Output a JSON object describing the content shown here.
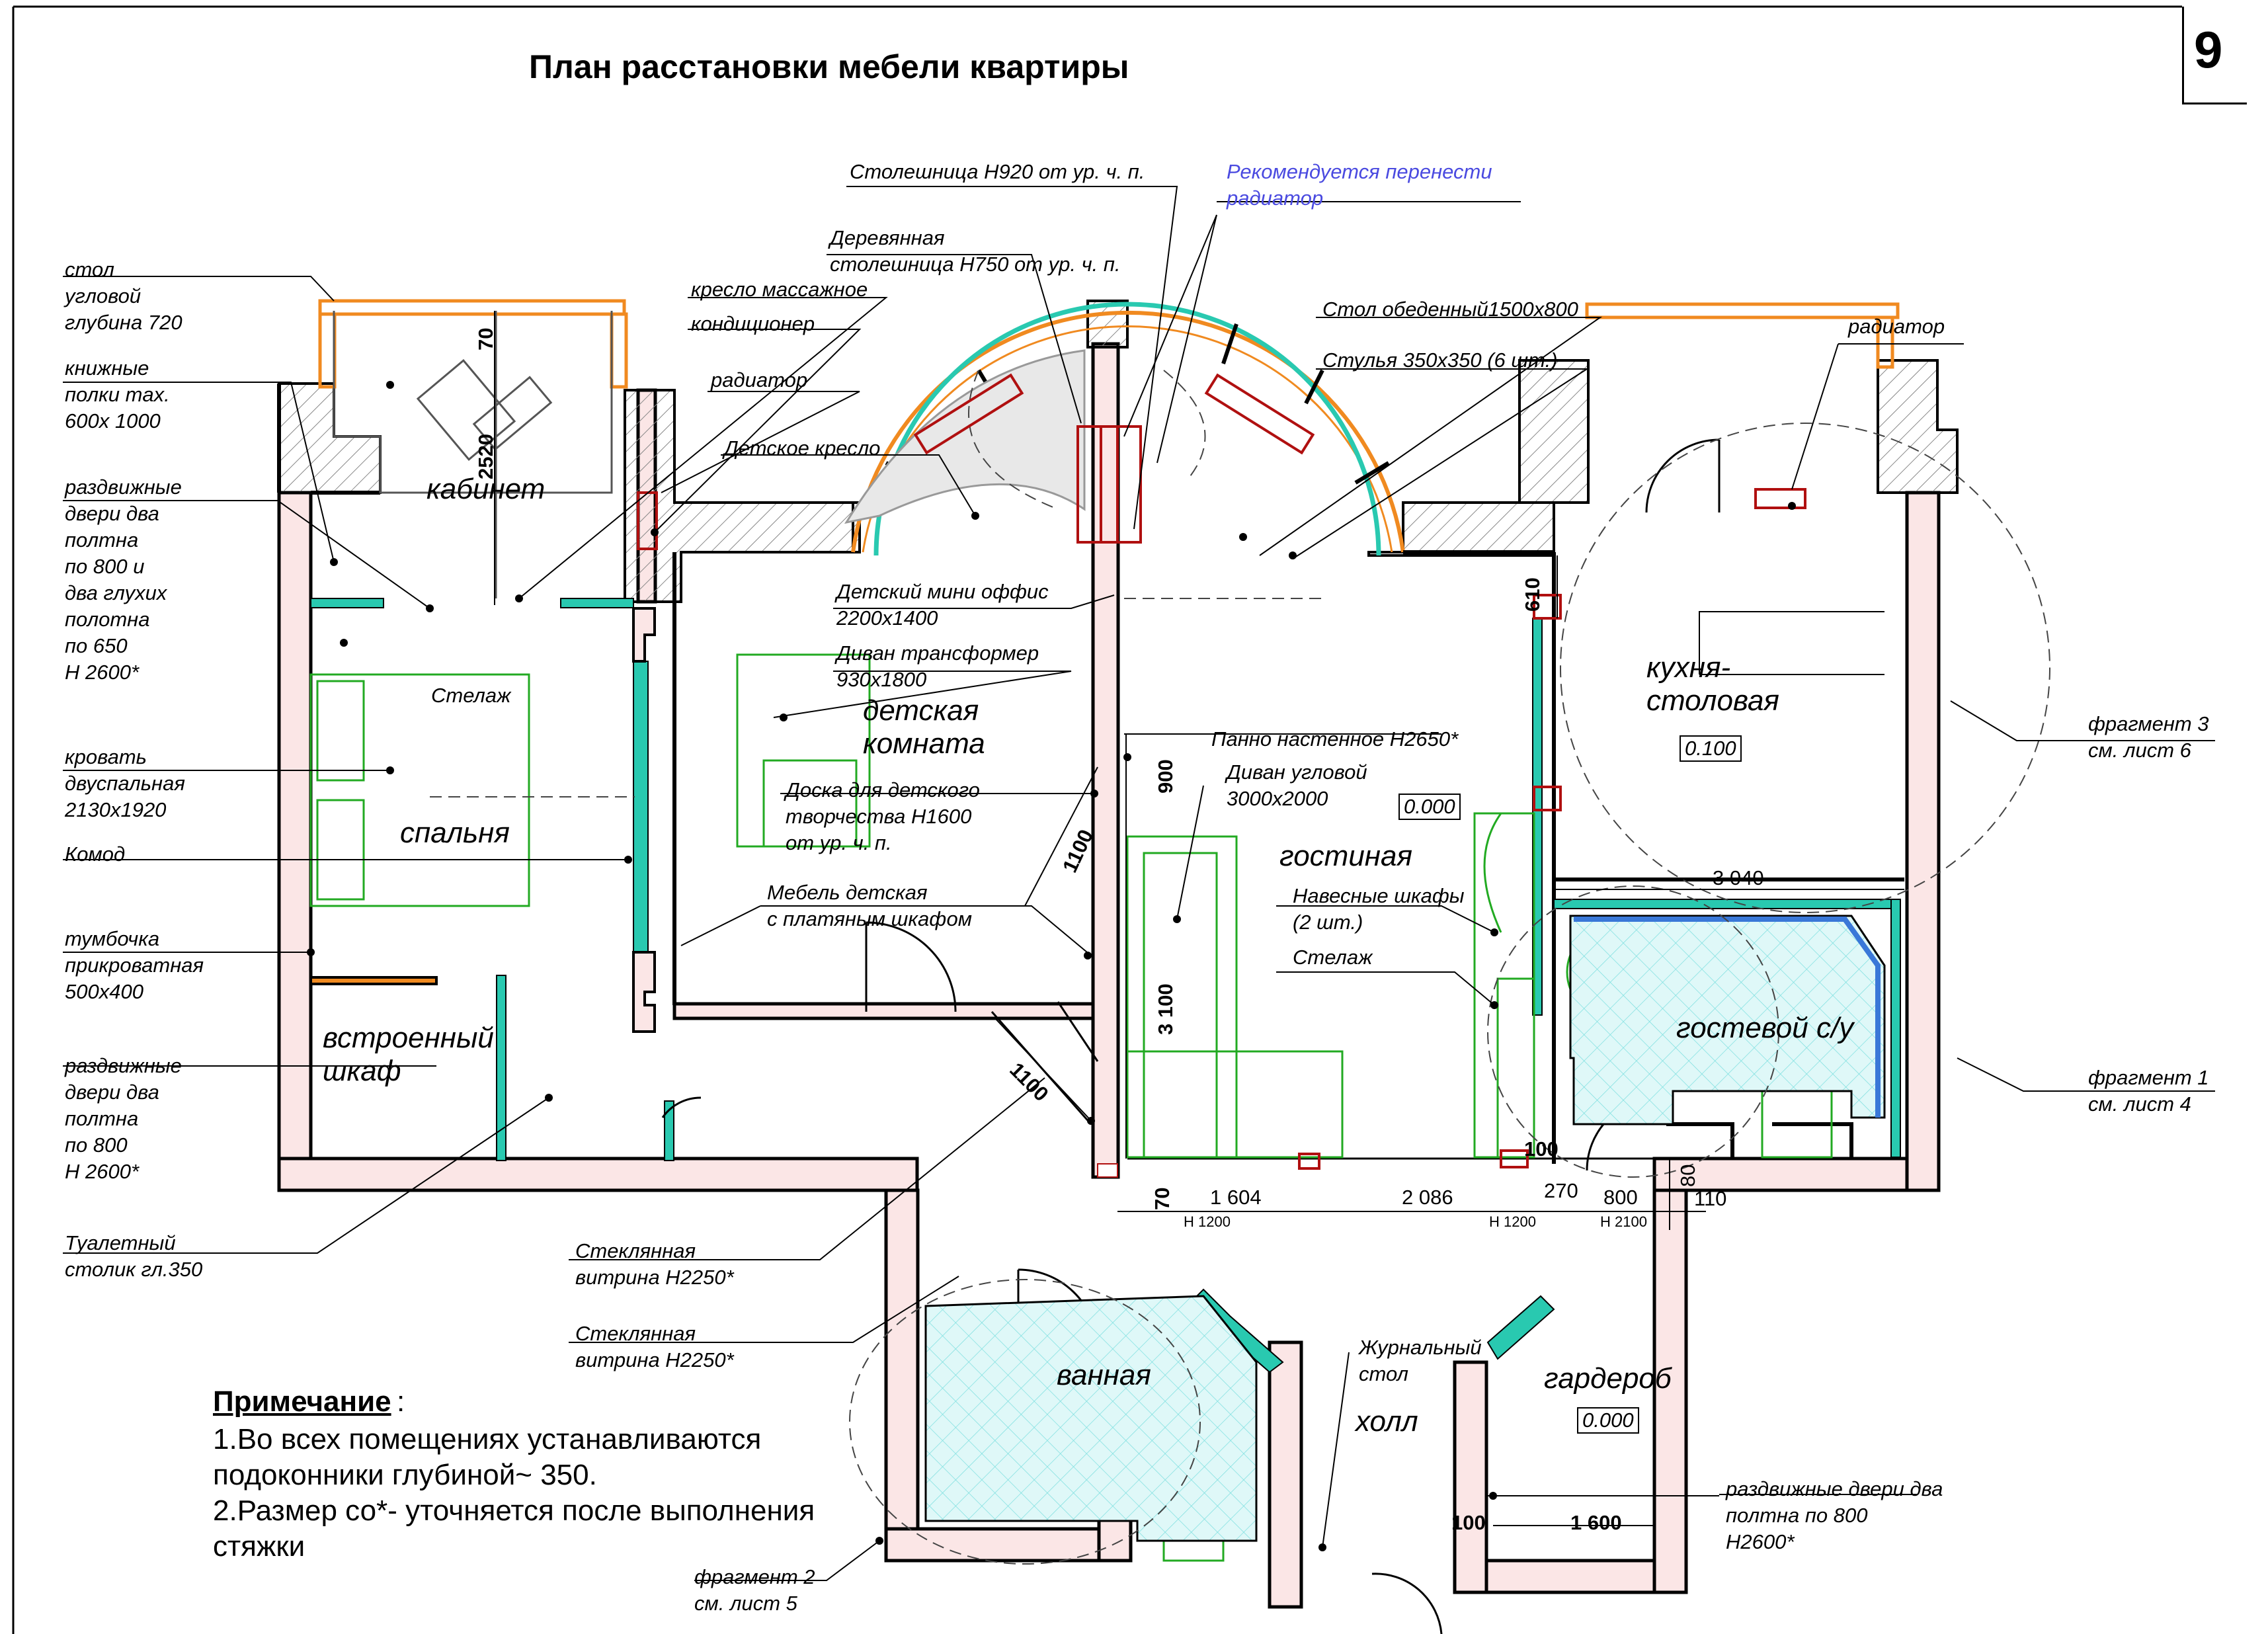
{
  "sheet": {
    "title": "План расстановки мебели квартиры",
    "number": "9"
  },
  "rooms": {
    "cabinet": "кабинет",
    "bedroom": "спальня",
    "builtin_wardrobe": "встроенный\nшкаф",
    "kids_room": "детская\nкомната",
    "living_room": "гостиная",
    "kitchen": "кухня-\nстоловая",
    "guest_wc": "гостевой с/у",
    "bathroom": "ванная",
    "hall": "холл",
    "dressing_room": "гардероб"
  },
  "levels": {
    "kitchen": "0.100",
    "living": "0.000",
    "dressing": "0.000"
  },
  "callouts": {
    "corner_desk": "стол\nугловой\nглубина 720",
    "book_shelves": "книжные\nполки max.\n600x 1000",
    "sliding_doors_1": "раздвижные\nдвери два\n полтна\nпо 800 и\nдва глухих\nполотна\nпо 650\nH 2600*",
    "double_bed": "кровать\nдвуспальная\n2130x1920",
    "dresser": "Комод",
    "bedside_table": "тумбочка\nприкроватная\n500x400",
    "sliding_doors_2": "раздвижные\nдвери два\n полтна\nпо 800\nH 2600*",
    "dressing_table": "Туалетный\nстолик гл.350",
    "massage_chair": "кресло массажное",
    "air_conditioner": "кондиционер",
    "radiator_left": "радиатор",
    "kids_chair": "Детское кресло",
    "countertop_920": "Столешница H920 от ур. ч. п.",
    "wood_countertop": "Деревянная\nстолешница H750 от ур. ч. п.",
    "recommend_radiator": "Рекомендуется перенести\nрадиатор",
    "dining_table": "Стол обеденный1500x800",
    "chairs": "Стулья 350x350 (6 шт.)",
    "radiator_right": "радиатор",
    "kids_office": "Детский мини оффис\n2200x1400",
    "sofa_bed": "Диван трансформер\n930x1800",
    "rack_bedroom": "Стелаж",
    "drawing_board": "Доска для детского\nтворчества H1600\nот ур. ч. п.",
    "kids_furniture": "Мебель детская\nс платяным шкафом",
    "wall_panel": "Панно настенное H2650*",
    "corner_sofa": "Диван угловой\n3000x2000",
    "wall_cabinets": "Навесные шкафы\n(2 шт.)",
    "rack_living": "Стелаж",
    "fragment_3": "фрагмент 3\nсм. лист 6",
    "fragment_1": "фрагмент 1\nсм. лист 4",
    "glass_vitrine_1": "Стеклянная\nвитрина H2250*",
    "glass_vitrine_2": "Стеклянная\nвитрина H2250*",
    "coffee_table": "Журнальный\nстол",
    "sliding_doors_3": "раздвижные двери два\n полтна по 800\nH2600*",
    "fragment_2": "фрагмент 2\nсм. лист 5"
  },
  "dimensions": {
    "d70_top": "70",
    "d2520": "2520",
    "d610": "610",
    "d900": "900",
    "d1100_a": "1100",
    "d3100": "3 100",
    "d1100_b": "1100",
    "d3040": "3 040",
    "d100_a": "100",
    "d70_bottom": "70",
    "d1604": "1 604",
    "d2086": "2 086",
    "d270": "270",
    "d800": "800",
    "d80": "80",
    "d110": "110",
    "h1200_a": "H 1200",
    "h1200_b": "H 1200",
    "h2100": "H 2100",
    "d100_b": "100",
    "d1600": "1 600"
  },
  "notes": {
    "heading": "Примечание",
    "colon": ":",
    "line1": "1.Во всех помещениях устанавливаются",
    "line2": "подоконники  глубиной~ 350.",
    "line3": "2.Размер со*- уточняется после выполнения",
    "line4": "стяжки"
  },
  "colors": {
    "wall_fill": "#fbe6e6",
    "wall_line": "#000000",
    "furniture": "#22aa22",
    "glass": "#29c9b0",
    "window_frame": "#f08a20",
    "radiator": "#b01010",
    "tile": "#bff0f0",
    "hatch": "#888888",
    "blue_note": "#4a4ae0"
  }
}
